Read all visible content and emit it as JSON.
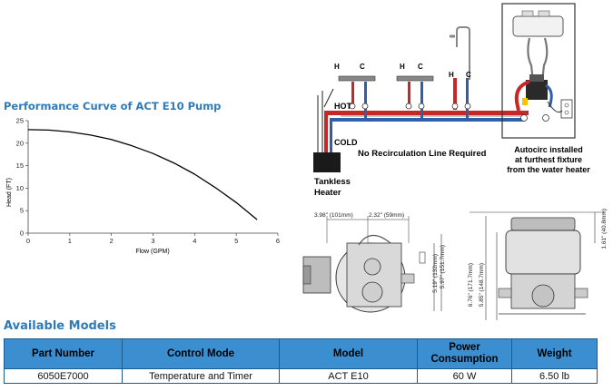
{
  "performance": {
    "title": "Performance Curve of ACT E10 Pump"
  },
  "chart_data": {
    "type": "line",
    "title": "",
    "xlabel": "Flow (GPM)",
    "ylabel": "Head (FT)",
    "xlim": [
      0,
      6
    ],
    "ylim": [
      0,
      25
    ],
    "x_ticks": [
      0,
      1,
      2,
      3,
      4,
      5,
      6
    ],
    "y_ticks": [
      0,
      5,
      10,
      15,
      20,
      25
    ],
    "grid": false,
    "series": [
      {
        "x": [
          0,
          0.5,
          1,
          1.5,
          2,
          2.5,
          3,
          3.5,
          4,
          4.5,
          5,
          5.5
        ],
        "y": [
          23,
          22.9,
          22.5,
          21.8,
          20.8,
          19.4,
          17.7,
          15.6,
          13.1,
          10.1,
          6.8,
          3.0
        ],
        "color": "#000000"
      }
    ]
  },
  "plumbing": {
    "hot_label": "HOT",
    "cold_label": "COLD",
    "no_recirc_label": "No Recirculation Line Required",
    "heater_label_line1": "Tankless",
    "heater_label_line2": "Heater",
    "autocirc_line1": "Autocirc installed",
    "autocirc_line2": "at furthest fixture",
    "autocirc_line3": "from the water heater",
    "fixtures": [
      {
        "h": "H",
        "c": "C"
      },
      {
        "h": "H",
        "c": "C"
      },
      {
        "h": "H",
        "c": "C"
      }
    ]
  },
  "dimensions": {
    "width_left": "3.98\" (101mm)",
    "width_right": "2.32\" (59mm)",
    "height_a": "5.19\" (132mm)",
    "height_b": "5.97\" (151.7mm)",
    "height_c": "6.76\" (171.7mm)",
    "height_d": "5.85\" (148.7mm)",
    "height_e": "1.61\" (40.8mm)"
  },
  "models": {
    "title": "Available Models",
    "headers": [
      "Part Number",
      "Control Mode",
      "Model",
      "Power Consumption",
      "Weight"
    ],
    "rows": [
      [
        "6050E7000",
        "Temperature and Timer",
        "ACT E10",
        "60 W",
        "6.50 lb"
      ]
    ]
  }
}
